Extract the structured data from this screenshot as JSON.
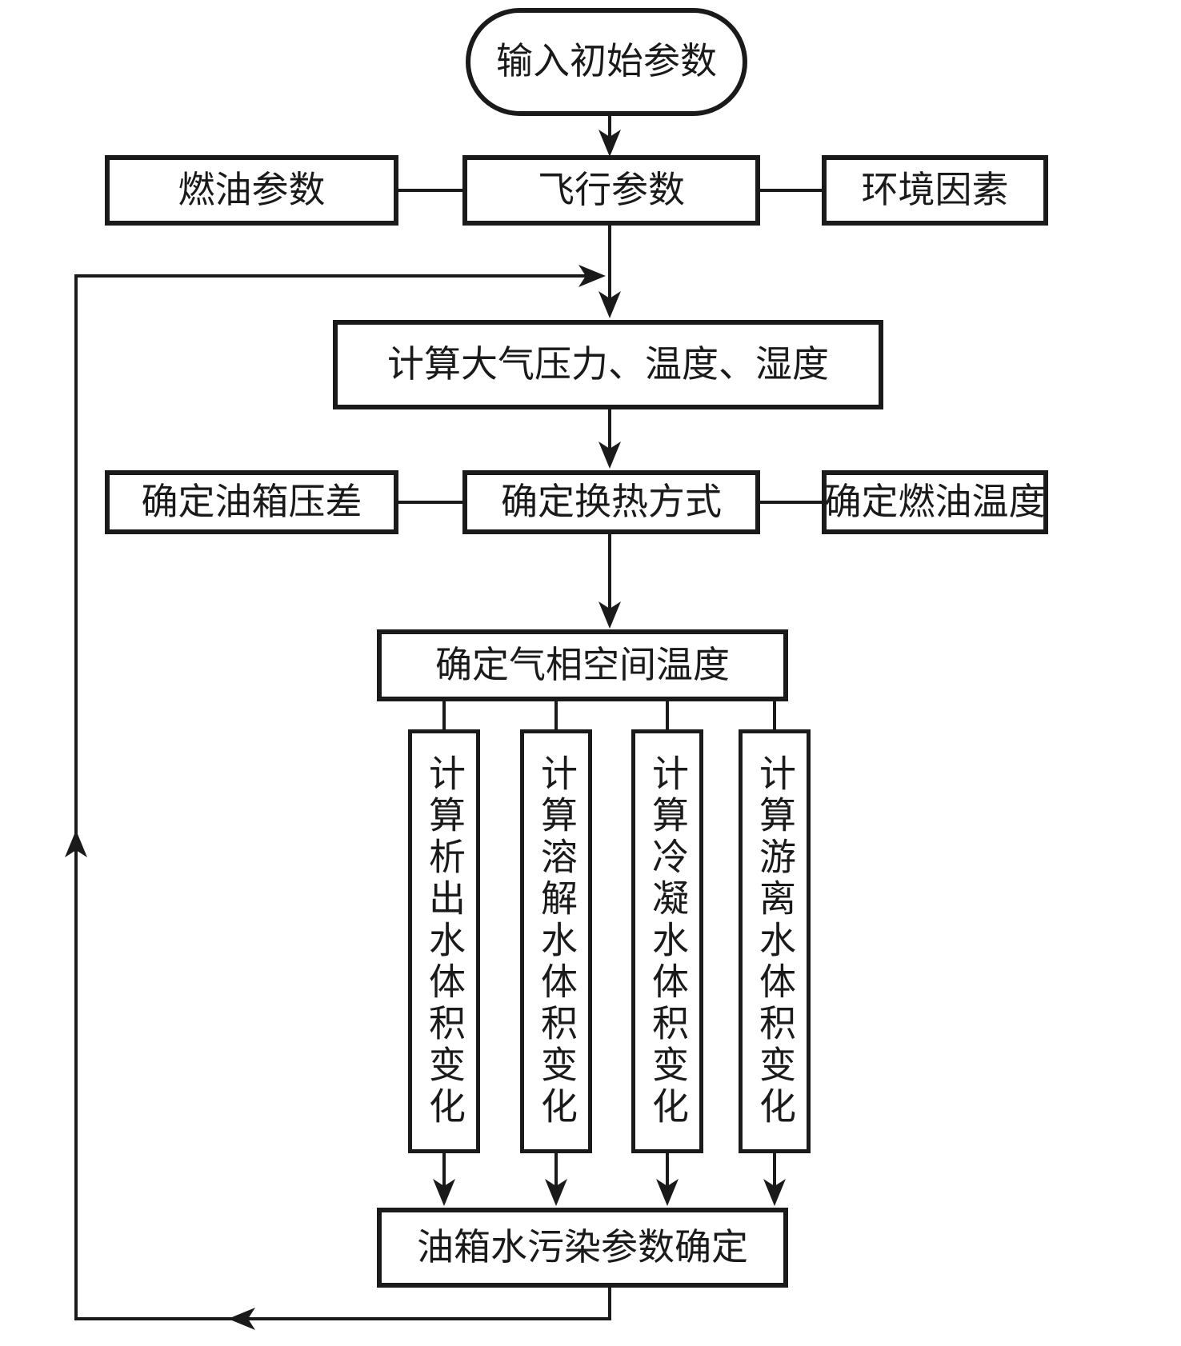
{
  "diagram": {
    "title": "fuel-tank water contamination calculation flowchart",
    "terminal": {
      "label": "输入初始参数"
    },
    "row_inputs": {
      "left": "燃油参数",
      "center": "飞行参数",
      "right": "环境因素"
    },
    "calc_atmosphere": "计算大气压力、温度、湿度",
    "row_determine": {
      "left": "确定油箱压差",
      "center": "确定换热方式",
      "right": "确定燃油温度"
    },
    "gas_space_temp": "确定气相空间温度",
    "water_calcs": [
      "计算析出水体积变化",
      "计算溶解水体积变化",
      "计算冷凝水体积变化",
      "计算游离水体积变化"
    ],
    "result": "油箱水污染参数确定",
    "colors": {
      "line": "#1a1a1a",
      "background": "#ffffff"
    }
  }
}
